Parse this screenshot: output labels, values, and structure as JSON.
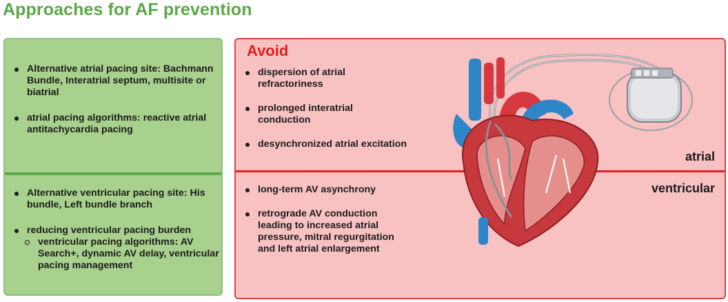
{
  "title": "Approaches for AF prevention",
  "left": {
    "atrial_items": [
      "Alternative atrial pacing site: Bachmann Bundle, Interatrial septum, multisite or biatrial",
      "atrial pacing algorithms: reactive atrial antitachycardia pacing"
    ],
    "ventricular_items": [
      "Alternative ventricular pacing site: His bundle, Left bundle branch",
      "reducing ventricular pacing burden"
    ],
    "ventricular_subitems": [
      "ventricular pacing algorithms: AV Search+, dynamic AV delay, ventricular pacing management"
    ]
  },
  "right": {
    "heading": "Avoid",
    "atrial_items": [
      "dispersion of atrial refractoriness",
      "prolonged interatrial conduction",
      "desynchronized atrial excitation"
    ],
    "ventricular_items": [
      "long-term AV asynchrony",
      "retrograde AV conduction leading to increased atrial pressure, mitral regurgitation and left atrial enlargement"
    ],
    "label_atrial": "atrial",
    "label_ventricular": "ventricular"
  },
  "colors": {
    "title_green": "#5aa846",
    "left_panel_bg": "#a9d18e",
    "left_divider": "#5aa846",
    "right_panel_bg": "#f8c2c2",
    "right_border": "#d94141",
    "accent_red": "#e21e1e",
    "vein_blue": "#2e86c9",
    "heart_red": "#c8393e"
  },
  "icons": [
    "heart-illustration",
    "pacemaker-icon",
    "pacing-lead"
  ]
}
